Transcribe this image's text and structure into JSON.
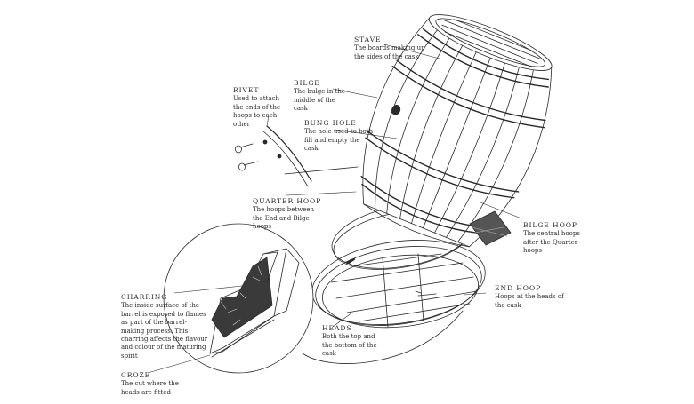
{
  "labels": {
    "stave": {
      "title": "STAVE",
      "desc": "The boards making up the sides of the cask"
    },
    "bilge": {
      "title": "BILGE",
      "desc": "The bulge in the middle of the cask"
    },
    "rivet": {
      "title": "RIVET",
      "desc": "Used to attach the ends of the hoops to each other"
    },
    "bung_hole": {
      "title": "BUNG HOLE",
      "desc": "The hole used to both fill and empty the cask"
    },
    "quarter_hoop": {
      "title": "QUARTER HOOP",
      "desc": "The hoops between the End and Bilge hoops"
    },
    "bilge_hoop": {
      "title": "BILGE HOOP",
      "desc": "The central hoops after the Quarter hoops"
    },
    "end_hoop": {
      "title": "END HOOP",
      "desc": "Hoops at the heads of the cask"
    },
    "charring": {
      "title": "CHARRING",
      "desc": "The inside surface of the barrel is exposed to flames as part of the barrel-making process. This charring affects the flavour and colour of the maturing spirit"
    },
    "heads": {
      "title": "HEADS",
      "desc": "Both the top and the bottom of the cask"
    },
    "croze": {
      "title": "CROZE",
      "desc": "The cut where the heads are fitted"
    }
  },
  "colors": {
    "ink": "#2a2a2a",
    "char": "#444444"
  }
}
